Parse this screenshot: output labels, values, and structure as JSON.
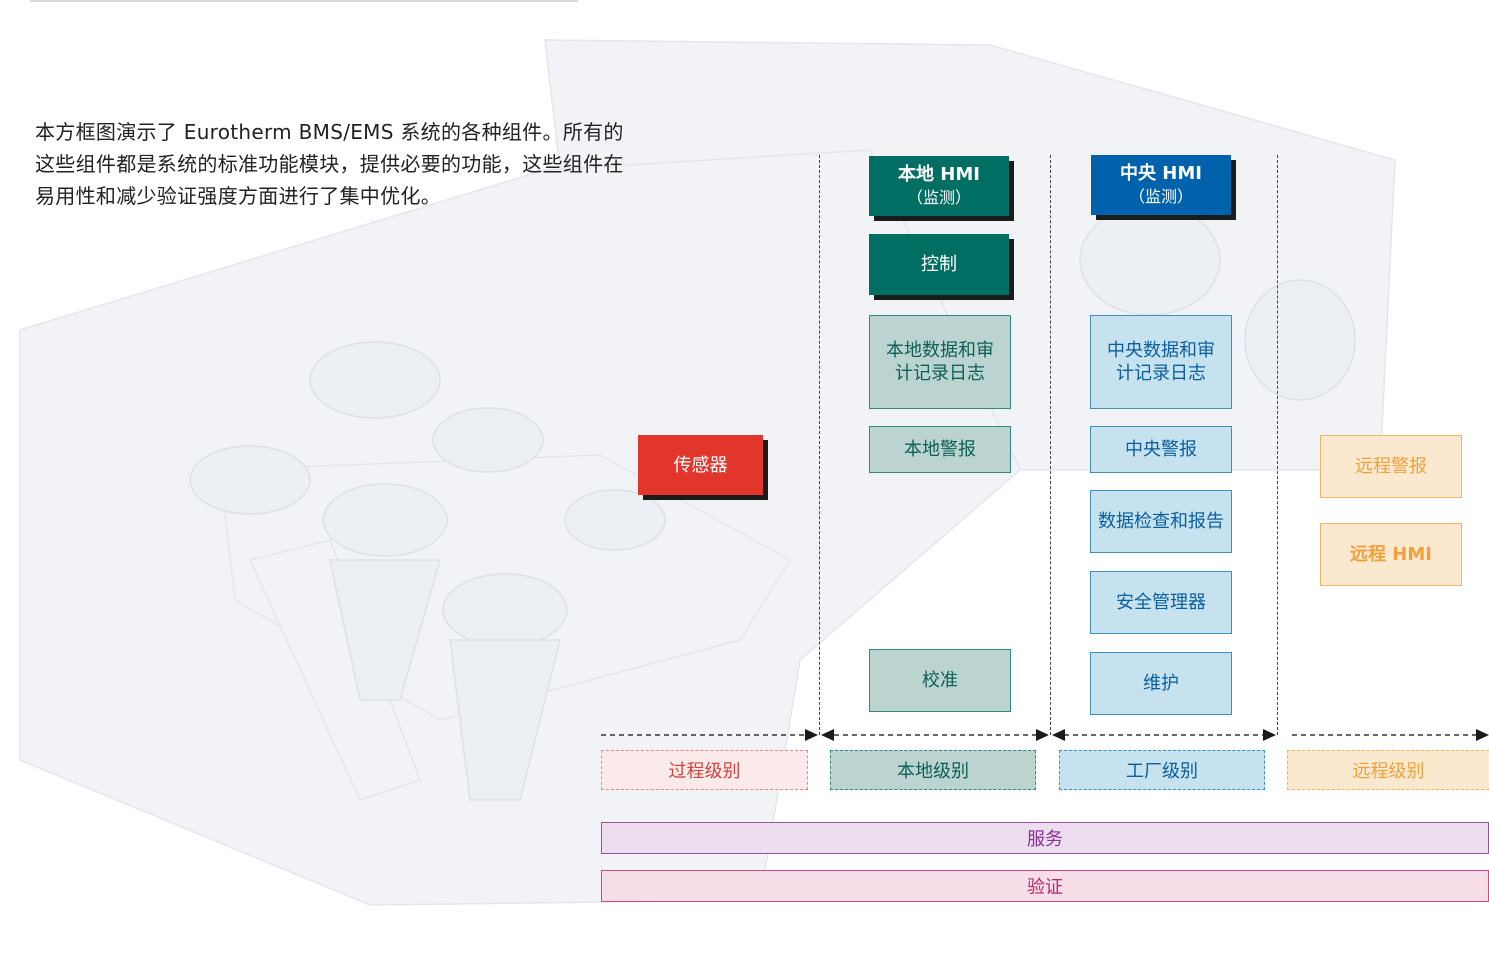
{
  "intro": {
    "text": "本方框图演示了 Eurotherm BMS/EMS 系统的各种组件。所有的这些组件都是系统的标准功能模块，提供必要的功能，这些组件在易用性和减少验证强度方面进行了集中优化。"
  },
  "components": {
    "sensor": "传感器",
    "local_hmi": {
      "title": "本地 HMI",
      "sub": "（监测）"
    },
    "control": "控制",
    "local_data": "本地数据和审\n计记录日志",
    "local_alarm": "本地警报",
    "calibration": "校准",
    "central_hmi": {
      "title": "中央 HMI",
      "sub": "（监测）"
    },
    "central_data": "中央数据和审\n计记录日志",
    "central_alarm": "中央警报",
    "data_review": "数据检查和报告",
    "security": "安全管理器",
    "maintenance": "维护",
    "remote_alarm": "远程警报",
    "remote_hmi": "远程 HMI"
  },
  "levels": {
    "process": "过程级别",
    "local": "本地级别",
    "plant": "工厂级别",
    "remote": "远程级别"
  },
  "bands": {
    "service": "服务",
    "validation": "验证"
  },
  "colors": {
    "dark_teal": "#006e63",
    "dark_blue": "#0061ad",
    "red": "#e2352c",
    "light_teal": "#bcd4cf",
    "light_blue": "#c5e2ee",
    "light_orange": "#fbe9cf"
  }
}
